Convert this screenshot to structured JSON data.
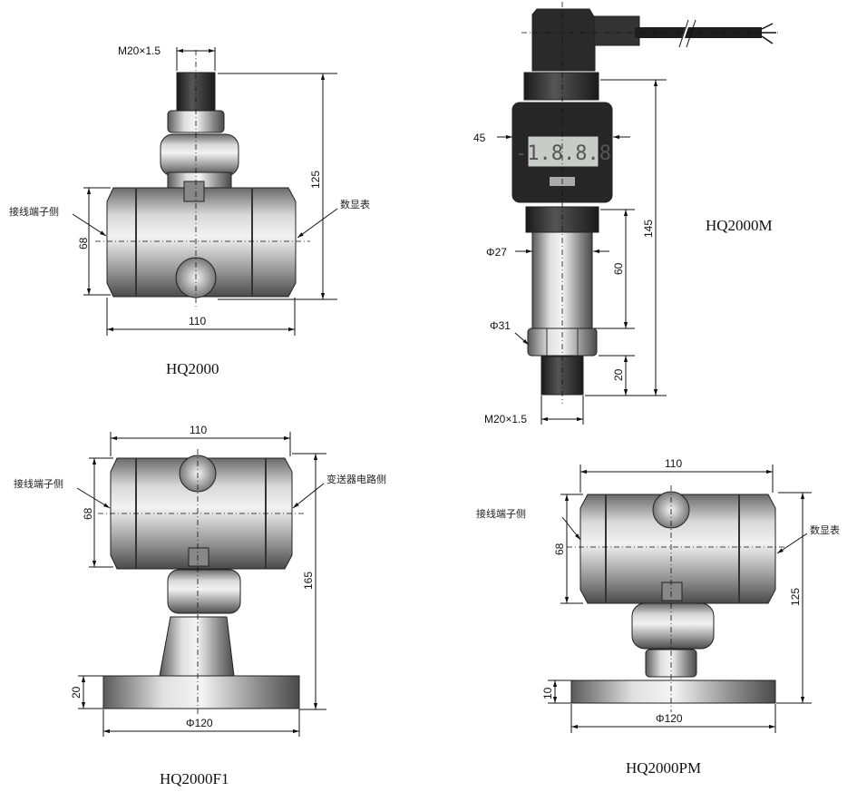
{
  "colors": {
    "metal_light": "#e6e6e6",
    "metal_dark": "#5a5a5a",
    "black_body": "#2a2a2a",
    "lcd": "#c8ccc8"
  },
  "hq2000": {
    "title": "HQ2000",
    "thread": "M20×1.5",
    "height": "125",
    "diameter": "68",
    "width": "110",
    "label_left": "接线端子侧",
    "label_right": "数显表"
  },
  "hq2000m": {
    "title": "HQ2000M",
    "display_width": "45",
    "height": "145",
    "tube_diameter": "Φ27",
    "tube_length": "60",
    "hex_diameter": "Φ31",
    "thread_length": "20",
    "thread": "M20×1.5",
    "lcd_reading": "-1.8.8.8"
  },
  "hq2000f1": {
    "title": "HQ2000F1",
    "width": "110",
    "diameter": "68",
    "height": "165",
    "flange_thickness": "20",
    "flange_diameter": "Φ120",
    "label_left": "接线端子侧",
    "label_right": "变送器电路侧"
  },
  "hq2000pm": {
    "title": "HQ2000PM",
    "width": "110",
    "diameter": "68",
    "height": "125",
    "flange_thickness": "10",
    "flange_diameter": "Φ120",
    "label_left": "接线端子侧",
    "label_right": "数显表"
  }
}
